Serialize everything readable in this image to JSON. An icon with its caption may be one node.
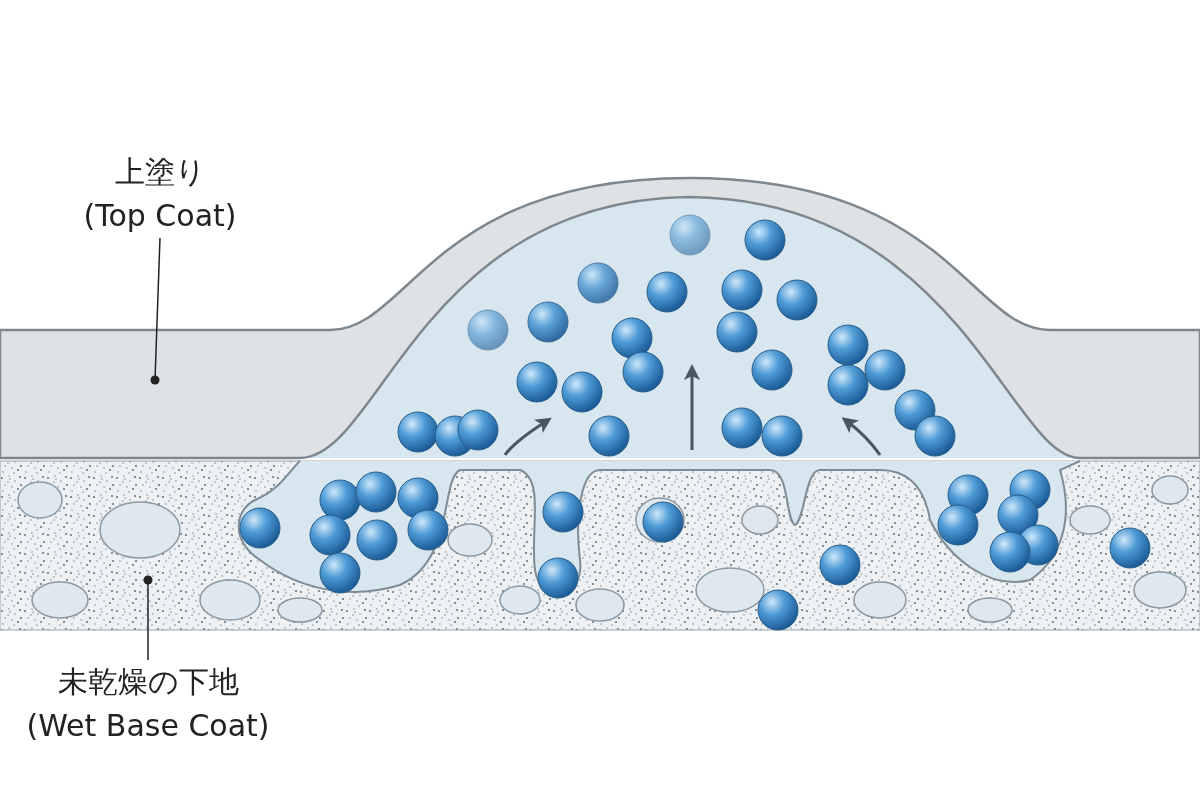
{
  "diagram": {
    "nodes": [
      {
        "text": [
          "上塗り",
          "(Top Coat)"
        ]
      },
      {
        "text": [],
        "shape": "picture"
      },
      {
        "text": [
          "未乾燥の下地",
          "(Wet Base Coat)"
        ]
      },
      {
        "text": [],
        "shape": "picture"
      }
    ],
    "edges": [
      {
        "from": 0,
        "to": 1,
        "arrow": "other"
      },
      {
        "from": 2,
        "to": 3,
        "arrow": "other"
      }
    ]
  }
}
